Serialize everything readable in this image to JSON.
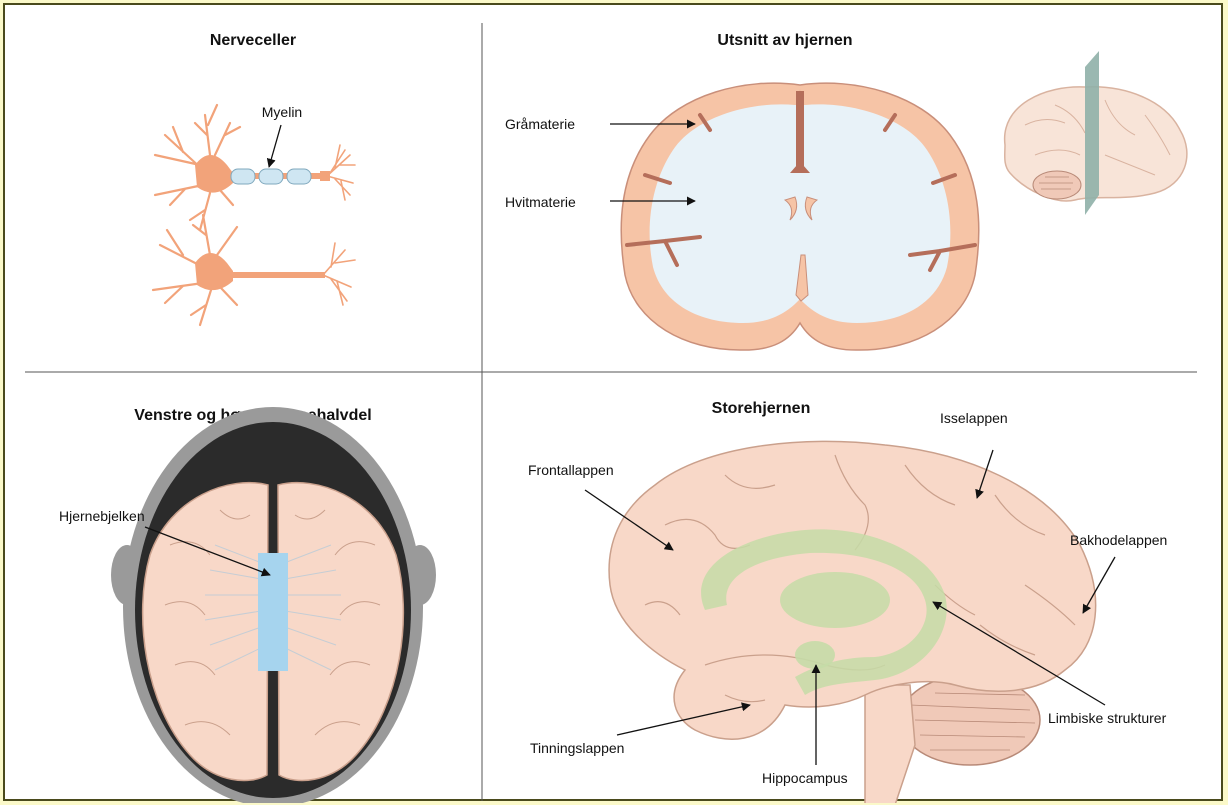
{
  "panels": {
    "nerve_cells": {
      "title": "Nerveceller",
      "myelin_label": "Myelin"
    },
    "brain_section": {
      "title": "Utsnitt av hjernen",
      "grey_matter_label": "Gråmaterie",
      "white_matter_label": "Hvitmaterie"
    },
    "hemispheres": {
      "title": "Venstre og høyre hjernehalvdel",
      "corpus_callosum_label": "Hjernebjelken"
    },
    "cerebrum": {
      "title": "Storehjernen",
      "frontal_label": "Frontallappen",
      "parietal_label": "Isselappen",
      "occipital_label": "Bakhodelappen",
      "temporal_label": "Tinningslappen",
      "hippocampus_label": "Hippocampus",
      "limbic_label": "Limbiske strukturer"
    }
  },
  "colors": {
    "background": "#fbf9c9",
    "panel": "#ffffff",
    "grey_matter": "#f6c4a6",
    "sulcus": "#b56e5a",
    "white_matter": "#e8f2f8",
    "neuron": "#f2a37a",
    "myelin": "#cfe6f2",
    "brain_tissue": "#f8d8c8",
    "corpus_callosum": "#a6d4ee",
    "limbic": "#c5dca7",
    "skull": "#9a9a9a",
    "scalp": "#2b2b2b",
    "plane": "#8fb0a8"
  }
}
